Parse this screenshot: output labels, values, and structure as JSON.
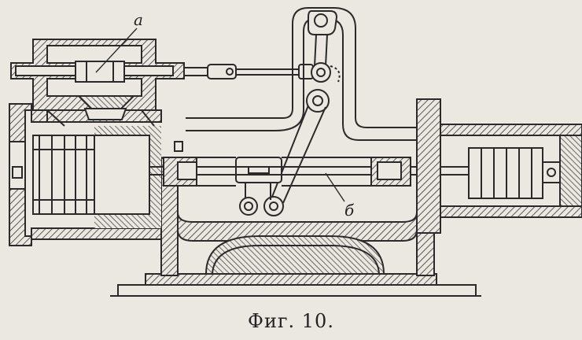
{
  "figure": {
    "caption": "Фиг. 10.",
    "labels": {
      "a": "а",
      "b": "б"
    }
  },
  "colors": {
    "paper": "#ebe8e1",
    "ink": "#2a2a2a",
    "hatch": "#3a3a3a"
  }
}
